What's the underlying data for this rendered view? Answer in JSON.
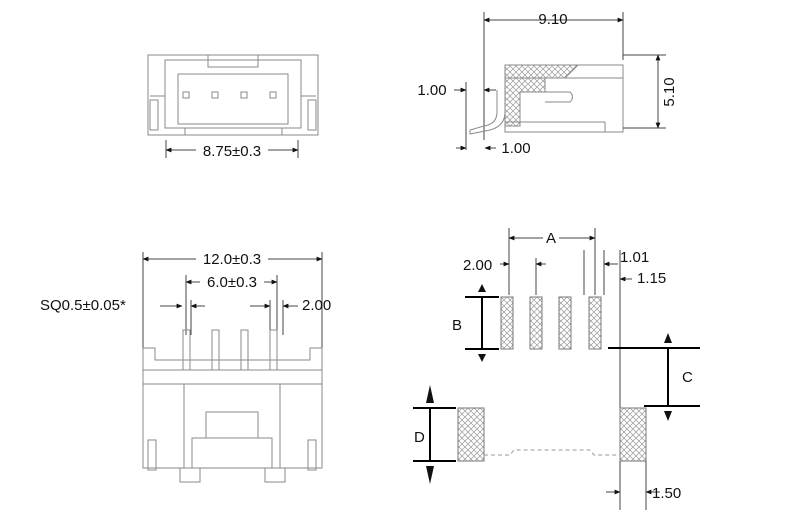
{
  "views": {
    "top_left": {
      "dim_width": "8.75±0.3"
    },
    "top_right": {
      "dim_length": "9.10",
      "dim_height": "5.10",
      "dim_a": "1.00",
      "dim_b": "1.00"
    },
    "bottom_left": {
      "dim_overall": "12.0±0.3",
      "dim_pitch_span": "6.0±0.3",
      "dim_pin": "SQ0.5±0.05*",
      "dim_pitch": "2.00"
    },
    "bottom_right": {
      "dim_A": "A",
      "dim_pitch": "2.00",
      "dim_101": "1.01",
      "dim_115": "1.15",
      "dim_B": "B",
      "dim_C": "C",
      "dim_D": "D",
      "dim_150": "1.50"
    }
  }
}
